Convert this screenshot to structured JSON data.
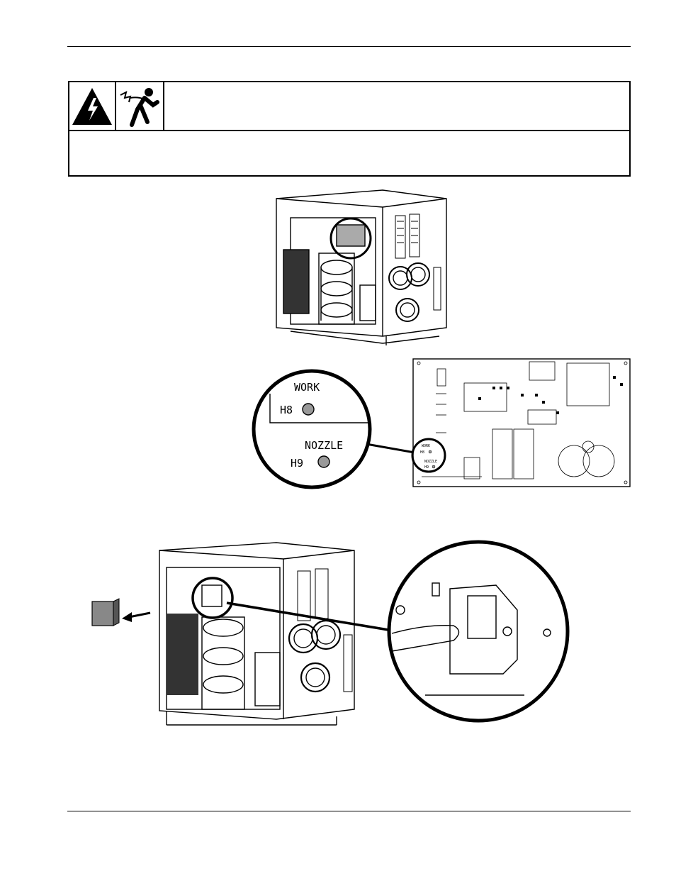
{
  "callout": {
    "work_label": "WORK",
    "h8_label": "H8",
    "nozzle_label": "NOZZLE",
    "h9_label": "H9"
  },
  "pcb": {
    "work_label": "WORK",
    "h8_label": "H8",
    "nozzle_label": "NOZZLE",
    "h9_label": "H9"
  },
  "icons": {
    "warning": "electric-shock-warning-icon",
    "person": "electrocution-person-icon"
  }
}
